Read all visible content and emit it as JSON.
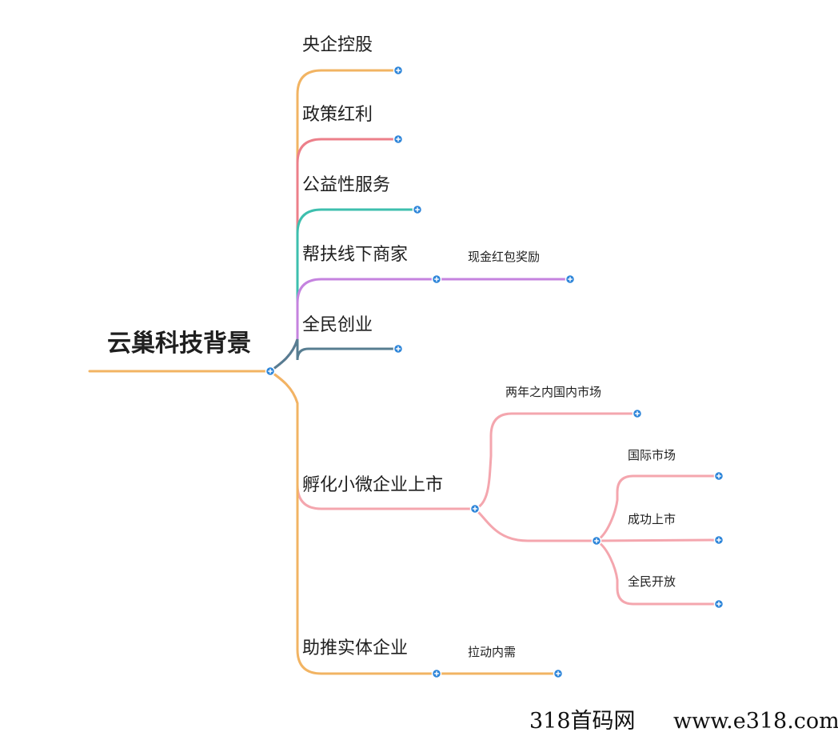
{
  "mindmap": {
    "root": {
      "label": "云巢科技背景"
    },
    "branches": [
      {
        "label": "央企控股",
        "color": "#f2b463"
      },
      {
        "label": "政策红利",
        "color": "#ec7f8a"
      },
      {
        "label": "公益性服务",
        "color": "#3dbfae"
      },
      {
        "label": "帮扶线下商家",
        "color": "#c583df",
        "children": [
          {
            "label": "现金红包奖励"
          }
        ]
      },
      {
        "label": "全民创业",
        "color": "#577d91"
      },
      {
        "label": "孵化小微企业上市",
        "color": "#f4a6ae",
        "children": [
          {
            "label": "两年之内国内市场"
          },
          {
            "label": "",
            "children": [
              {
                "label": "国际市场"
              },
              {
                "label": "成功上市"
              },
              {
                "label": "全民开放"
              }
            ]
          }
        ]
      },
      {
        "label": "助推实体企业",
        "color": "#f2b463",
        "children": [
          {
            "label": "拉动内需"
          }
        ]
      }
    ]
  },
  "watermark": {
    "site_name": "318首码网",
    "site_url": "www.e318.com"
  },
  "colors": {
    "root_line": "#f2b463",
    "expand_dot": "#2f86d9"
  }
}
